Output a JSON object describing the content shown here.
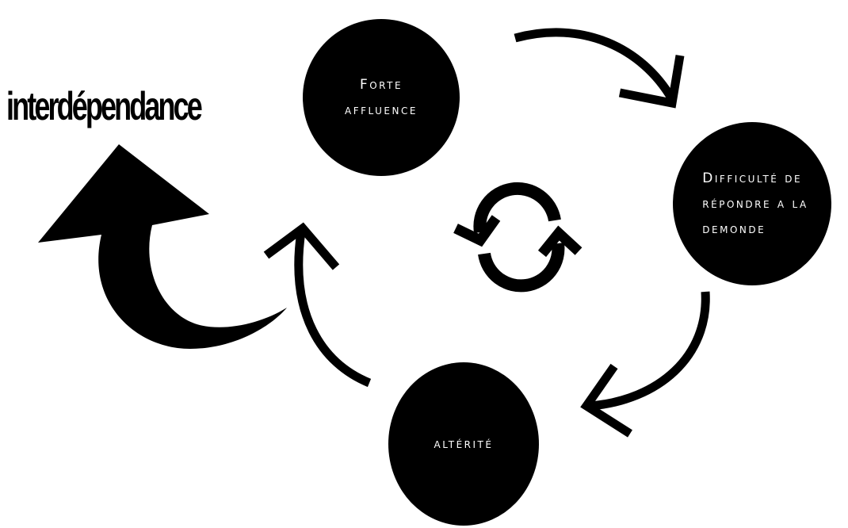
{
  "diagram": {
    "title": "interdépendance",
    "cycle_nodes": [
      {
        "label": "Forte\naffluence"
      },
      {
        "label": "Difficulté de\nrépondre a la\ndemonde"
      },
      {
        "label": "altérité"
      }
    ],
    "center_icon": "refresh-cycle-icon",
    "side_icon": "curved-up-arrow-icon",
    "colors": {
      "foreground": "#000000",
      "background": "#ffffff",
      "node_text": "#ffffff"
    }
  }
}
